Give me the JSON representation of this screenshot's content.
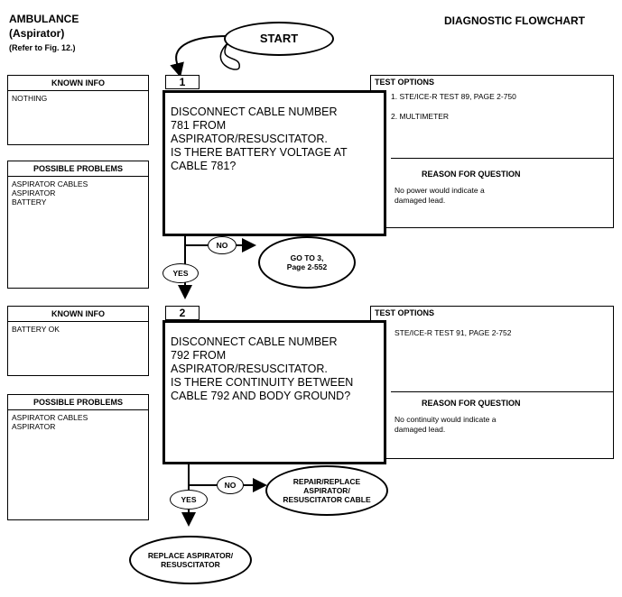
{
  "header": {
    "title_left": "AMBULANCE",
    "subtitle_left": "(Aspirator)",
    "reference": "(Refer to  Fig. 12.)",
    "title_right": "DIAGNOSTIC FLOWCHART"
  },
  "start_label": "START",
  "steps": [
    {
      "number": "1",
      "known_info_title": "KNOWN INFO",
      "known_info": "NOTHING",
      "possible_problems_title": "POSSIBLE PROBLEMS",
      "possible_problems": "ASPIRATOR CABLES\nASPIRATOR\nBATTERY",
      "question": "DISCONNECT CABLE NUMBER\n781 FROM\nASPIRATOR/RESUSCITATOR.\nIS THERE BATTERY VOLTAGE AT\nCABLE 781?",
      "test_options_title": "TEST OPTIONS",
      "test_options": "1. STE/ICE-R TEST 89, PAGE 2-750\n\n2. MULTIMETER",
      "reason_title": "REASON FOR QUESTION",
      "reason": "No power would indicate a\ndamaged lead.",
      "no_label": "NO",
      "yes_label": "YES",
      "no_target": "GO TO 3,\nPage 2-552"
    },
    {
      "number": "2",
      "known_info_title": "KNOWN INFO",
      "known_info": "BATTERY OK",
      "possible_problems_title": "POSSIBLE PROBLEMS",
      "possible_problems": "ASPIRATOR CABLES\nASPIRATOR",
      "question": "DISCONNECT CABLE NUMBER\n792 FROM\nASPIRATOR/RESUSCITATOR.\nIS THERE CONTINUITY BETWEEN\nCABLE 792 AND BODY GROUND?",
      "test_options_title": "TEST OPTIONS",
      "test_options": "STE/ICE-R TEST 91, PAGE 2-752",
      "reason_title": "REASON FOR QUESTION",
      "reason": "No continuity would indicate a\ndamaged lead.",
      "no_label": "NO",
      "yes_label": "YES",
      "no_target": "REPAIR/REPLACE\nASPIRATOR/\nRESUSCITATOR CABLE",
      "yes_target": "REPLACE ASPIRATOR/\nRESUSCITATOR"
    }
  ]
}
